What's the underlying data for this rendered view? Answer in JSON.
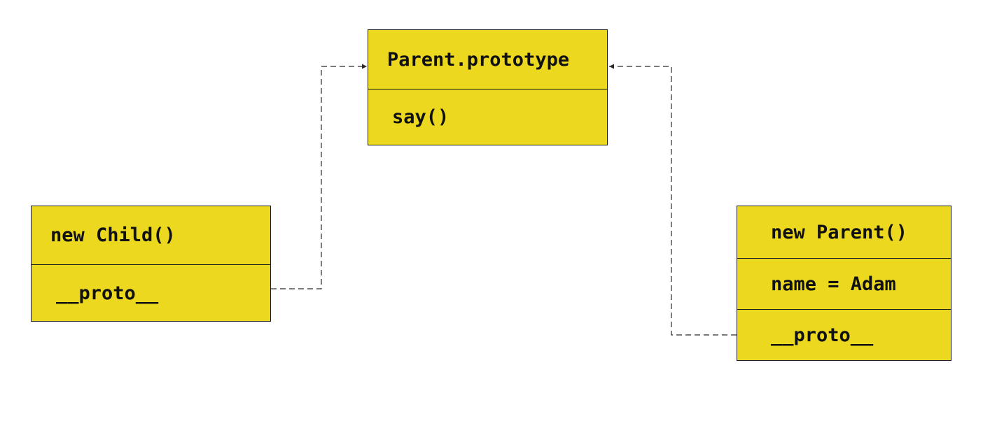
{
  "diagram": {
    "colors": {
      "box_fill": "#ecd81f",
      "box_border": "#1a1a1a",
      "text": "#111111",
      "connector": "#2a2a2a"
    },
    "parent_prototype": {
      "title": "Parent.prototype",
      "members": [
        "say()"
      ]
    },
    "child_instance": {
      "title": "new Child()",
      "members": [
        "__proto__"
      ]
    },
    "parent_instance": {
      "title": "new Parent()",
      "members": [
        "name = Adam",
        "__proto__"
      ]
    },
    "connectors": [
      {
        "from": "child_instance.__proto__",
        "to": "parent_prototype",
        "style": "dashed",
        "arrow": "end"
      },
      {
        "from": "parent_instance.__proto__",
        "to": "parent_prototype",
        "style": "dashed",
        "arrow": "end"
      }
    ]
  }
}
